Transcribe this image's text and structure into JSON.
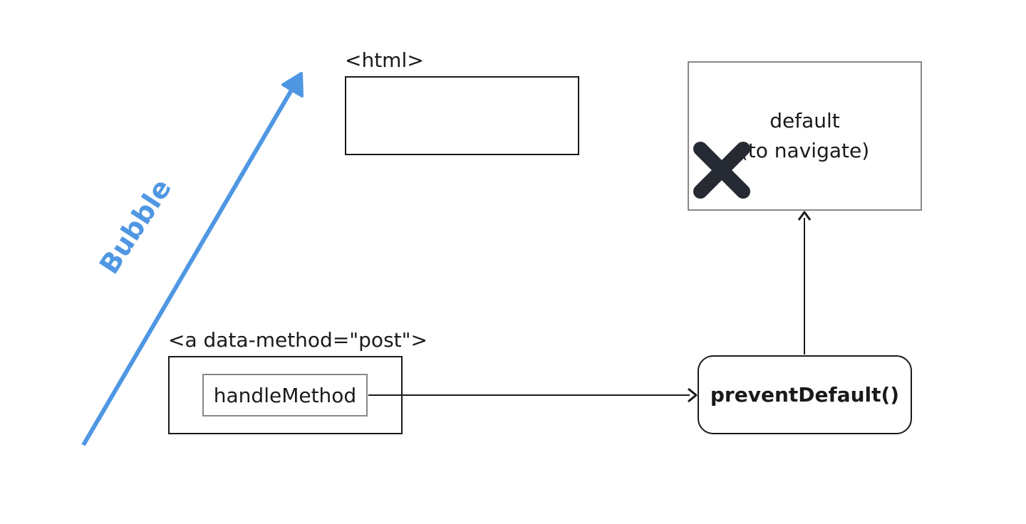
{
  "bubble": {
    "label": "Bubble",
    "color": "#4f97e3"
  },
  "html_element": {
    "label": "<html>"
  },
  "anchor_element": {
    "label": "<a data-method=\"post\">",
    "handler": "handleMethod"
  },
  "default_action": {
    "line1": "default",
    "line2": "(to navigate)",
    "status_icon": "x-cancel-icon"
  },
  "prevent_default": {
    "label": "preventDefault()"
  }
}
